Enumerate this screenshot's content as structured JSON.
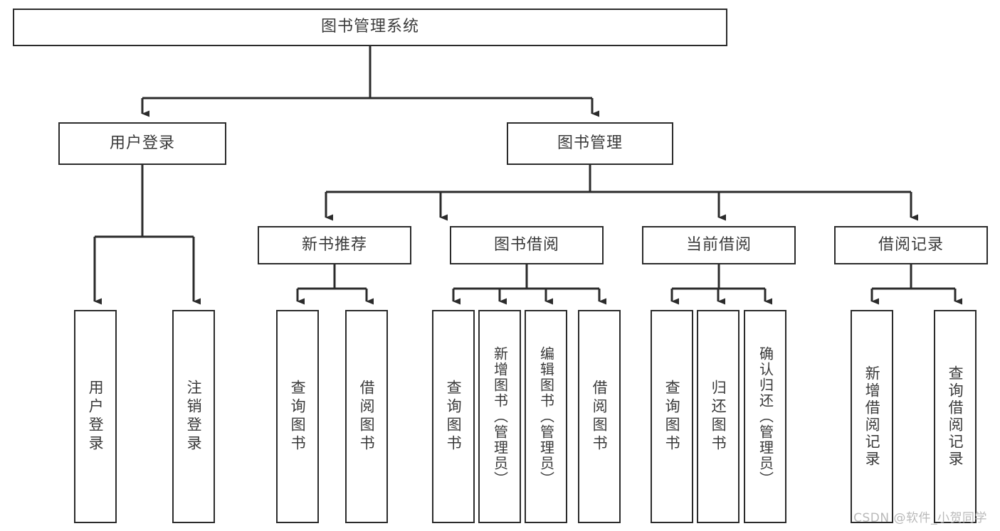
{
  "diagram": {
    "type": "tree-hierarchy-chart",
    "title": "图书管理系统",
    "line_color": "#2b2b2b",
    "text_color": "#3a3a3a",
    "box_fill": "#ffffff",
    "background": "#ffffff",
    "levels": {
      "root": {
        "label": "图书管理系统"
      },
      "level2": [
        {
          "label": "用户登录"
        },
        {
          "label": "图书管理"
        }
      ],
      "level3": [
        {
          "label": "新书推荐"
        },
        {
          "label": "图书借阅"
        },
        {
          "label": "当前借阅"
        },
        {
          "label": "借阅记录"
        }
      ],
      "leaves": [
        {
          "label": "用户登录",
          "parent": "用户登录"
        },
        {
          "label": "注销登录",
          "parent": "用户登录"
        },
        {
          "label": "查询图书",
          "parent": "新书推荐"
        },
        {
          "label": "借阅图书",
          "parent": "新书推荐"
        },
        {
          "label": "查询图书",
          "parent": "图书借阅"
        },
        {
          "label": "新增图书（管理员）",
          "parent": "图书借阅"
        },
        {
          "label": "编辑图书（管理员）",
          "parent": "图书借阅"
        },
        {
          "label": "借阅图书",
          "parent": "图书借阅"
        },
        {
          "label": "查询图书",
          "parent": "当前借阅"
        },
        {
          "label": "归还图书",
          "parent": "当前借阅"
        },
        {
          "label": "确认归还（管理员）",
          "parent": "当前借阅"
        },
        {
          "label": "新增借阅记录",
          "parent": "借阅记录"
        },
        {
          "label": "查询借阅记录",
          "parent": "借阅记录"
        }
      ]
    }
  },
  "watermark": {
    "text": "CSDN @软件_小贺同学"
  }
}
